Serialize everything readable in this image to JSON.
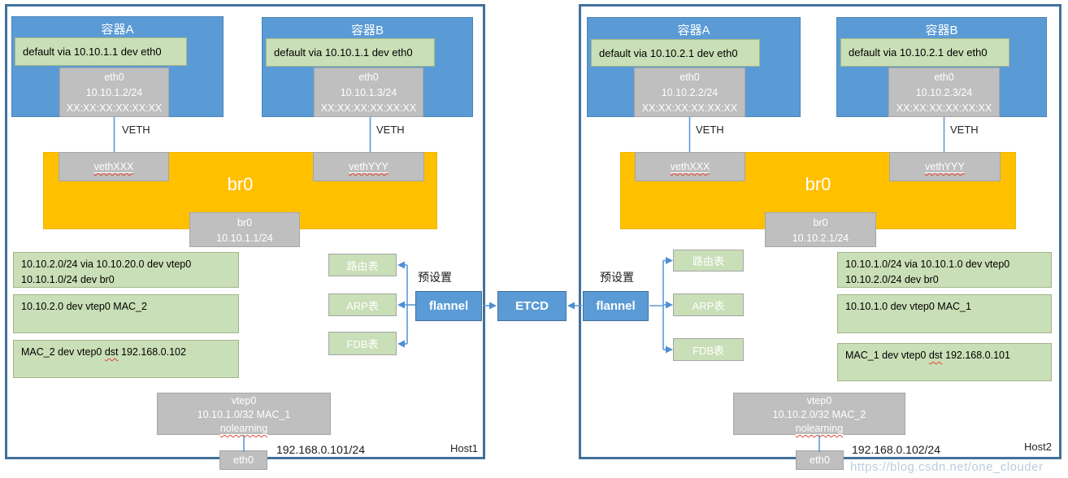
{
  "etcd": {
    "label": "ETCD"
  },
  "watermark": "https://blog.csdn.net/one_clouder",
  "colors": {
    "container_blue": "#5B9BD5",
    "host_border_blue": "#41719C",
    "bridge_orange": "#FFC000",
    "note_green": "#C9DFB7",
    "nic_gray": "#BFBFBF",
    "connector_blue": "#5B9BD5",
    "spellcheck_red": "#E34234"
  },
  "hosts": [
    {
      "label": "Host1",
      "ip_label": "192.168.0.101/24",
      "preset": "预设置",
      "flannel": "flannel",
      "tables": {
        "route": "路由表",
        "arp": "ARP表",
        "fdb": "FDB表"
      },
      "containers": [
        {
          "title": "容器A",
          "default_route": "default via 10.10.1.1 dev eth0",
          "nic": {
            "name": "eth0",
            "ip": "10.10.1.2/24",
            "mac": "XX:XX:XX:XX:XX:XX"
          },
          "veth": "VETH"
        },
        {
          "title": "容器B",
          "default_route": "default via 10.10.1.1 dev eth0",
          "nic": {
            "name": "eth0",
            "ip": "10.10.1.3/24",
            "mac": "XX:XX:XX:XX:XX:XX"
          },
          "veth": "VETH"
        }
      ],
      "bridge": {
        "label": "br0",
        "veth_left": "vethXXX",
        "veth_right": "vethYYY",
        "addr": {
          "name": "br0",
          "ip": "10.10.1.1/24"
        }
      },
      "notes": {
        "routes": {
          "line1": "10.10.2.0/24 via 10.10.20.0 dev vtep0",
          "line2": "10.10.1.0/24 dev br0"
        },
        "arp": "10.10.2.0 dev vtep0 MAC_2",
        "fdb": {
          "pre": "MAC_2 dev vtep0",
          "dst_word": "dst",
          "post": "192.168.0.102"
        }
      },
      "vtep": {
        "name": "vtep0",
        "addr": "10.10.1.0/32 MAC_1",
        "flag": "nolearning"
      },
      "host_nic": "eth0"
    },
    {
      "label": "Host2",
      "ip_label": "192.168.0.102/24",
      "preset": "预设置",
      "flannel": "flannel",
      "tables": {
        "route": "路由表",
        "arp": "ARP表",
        "fdb": "FDB表"
      },
      "containers": [
        {
          "title": "容器A",
          "default_route": "default via 10.10.2.1 dev eth0",
          "nic": {
            "name": "eth0",
            "ip": "10.10.2.2/24",
            "mac": "XX:XX:XX:XX:XX:XX"
          },
          "veth": "VETH"
        },
        {
          "title": "容器B",
          "default_route": "default via 10.10.2.1 dev eth0",
          "nic": {
            "name": "eth0",
            "ip": "10.10.2.3/24",
            "mac": "XX:XX:XX:XX:XX:XX"
          },
          "veth": "VETH"
        }
      ],
      "bridge": {
        "label": "br0",
        "veth_left": "vethXXX",
        "veth_right": "vethYYY",
        "addr": {
          "name": "br0",
          "ip": "10.10.2.1/24"
        }
      },
      "notes": {
        "routes": {
          "line1": "10.10.1.0/24 via 10.10.1.0 dev vtep0",
          "line2": "10.10.2.0/24 dev br0"
        },
        "arp": "10.10.1.0 dev vtep0 MAC_1",
        "fdb": {
          "pre": "MAC_1 dev vtep0",
          "dst_word": "dst",
          "post": "192.168.0.101"
        }
      },
      "vtep": {
        "name": "vtep0",
        "addr": "10.10.2.0/32 MAC_2",
        "flag": "nolearning"
      },
      "host_nic": "eth0"
    }
  ]
}
